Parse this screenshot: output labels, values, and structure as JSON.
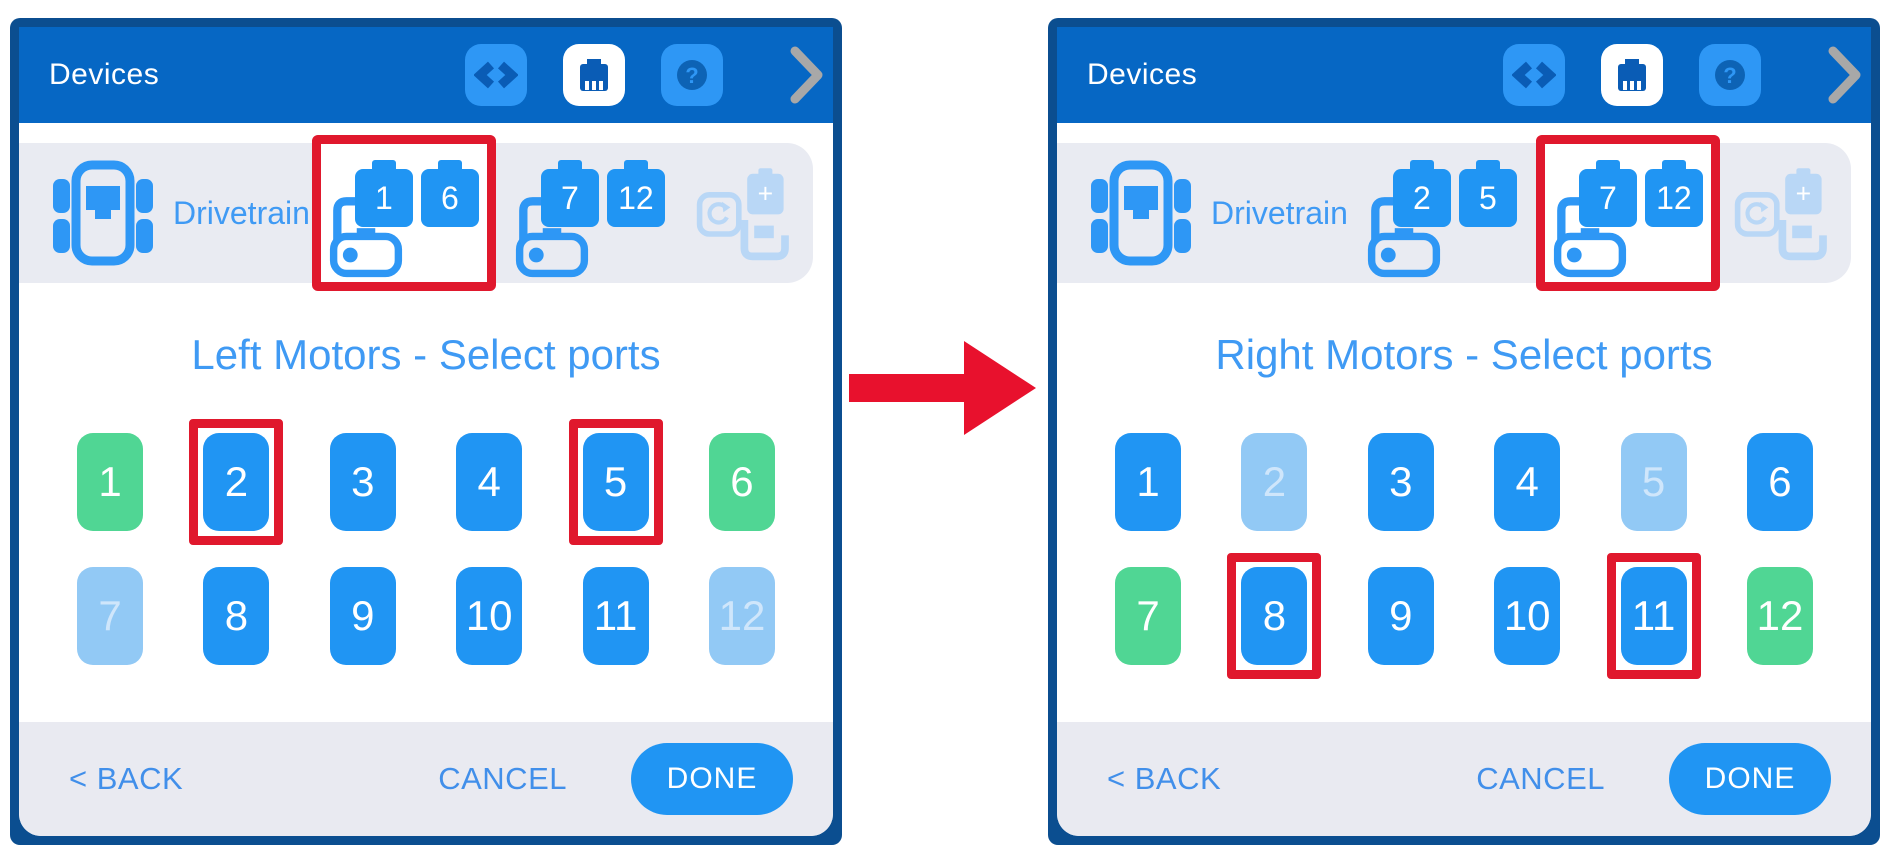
{
  "colors": {
    "panel_border": "#0b4e90",
    "header_blue": "#0667c4",
    "icon_blue": "#2e97f5",
    "icon_glyph_dark": "#0a5cb5",
    "row_gray": "#e9ebf2",
    "accent_blue": "#3f9af4",
    "port_blue": "#2095f3",
    "port_green": "#50d694",
    "port_disabled": "#92c9f5",
    "highlight_red": "#e0182d",
    "footer_link_blue": "#418fea",
    "chevron_gray": "#a8a8a8"
  },
  "icons": {
    "header": [
      "code-icon",
      "brain-port-icon",
      "help-icon",
      "forward-chevron-icon"
    ],
    "help_glyph": "?"
  },
  "add_plus": "+",
  "panels": [
    {
      "header": {
        "title": "Devices"
      },
      "drivetrain": {
        "label": "Drivetrain",
        "groups": [
          {
            "ports": [
              "1",
              "6"
            ],
            "frame": "boxed"
          },
          {
            "ports": [
              "7",
              "12"
            ],
            "frame": "plain"
          }
        ]
      },
      "title": "Left Motors - Select ports",
      "ports": [
        {
          "n": "1",
          "state": "green",
          "frame": "plain"
        },
        {
          "n": "2",
          "state": "blue",
          "frame": "boxed"
        },
        {
          "n": "3",
          "state": "blue",
          "frame": "plain"
        },
        {
          "n": "4",
          "state": "blue",
          "frame": "plain"
        },
        {
          "n": "5",
          "state": "blue",
          "frame": "boxed"
        },
        {
          "n": "6",
          "state": "green",
          "frame": "plain"
        },
        {
          "n": "7",
          "state": "dim",
          "frame": "plain"
        },
        {
          "n": "8",
          "state": "blue",
          "frame": "plain"
        },
        {
          "n": "9",
          "state": "blue",
          "frame": "plain"
        },
        {
          "n": "10",
          "state": "blue",
          "frame": "plain"
        },
        {
          "n": "11",
          "state": "blue",
          "frame": "plain"
        },
        {
          "n": "12",
          "state": "dim",
          "frame": "plain"
        }
      ],
      "footer": {
        "back": "< BACK",
        "cancel": "CANCEL",
        "done": "DONE"
      }
    },
    {
      "header": {
        "title": "Devices"
      },
      "drivetrain": {
        "label": "Drivetrain",
        "groups": [
          {
            "ports": [
              "2",
              "5"
            ],
            "frame": "plain"
          },
          {
            "ports": [
              "7",
              "12"
            ],
            "frame": "boxed"
          }
        ]
      },
      "title": "Right Motors - Select ports",
      "ports": [
        {
          "n": "1",
          "state": "blue",
          "frame": "plain"
        },
        {
          "n": "2",
          "state": "dim",
          "frame": "plain"
        },
        {
          "n": "3",
          "state": "blue",
          "frame": "plain"
        },
        {
          "n": "4",
          "state": "blue",
          "frame": "plain"
        },
        {
          "n": "5",
          "state": "dim",
          "frame": "plain"
        },
        {
          "n": "6",
          "state": "blue",
          "frame": "plain"
        },
        {
          "n": "7",
          "state": "green",
          "frame": "plain"
        },
        {
          "n": "8",
          "state": "blue",
          "frame": "boxed"
        },
        {
          "n": "9",
          "state": "blue",
          "frame": "plain"
        },
        {
          "n": "10",
          "state": "blue",
          "frame": "plain"
        },
        {
          "n": "11",
          "state": "blue",
          "frame": "boxed"
        },
        {
          "n": "12",
          "state": "green",
          "frame": "plain"
        }
      ],
      "footer": {
        "back": "< BACK",
        "cancel": "CANCEL",
        "done": "DONE"
      }
    }
  ]
}
